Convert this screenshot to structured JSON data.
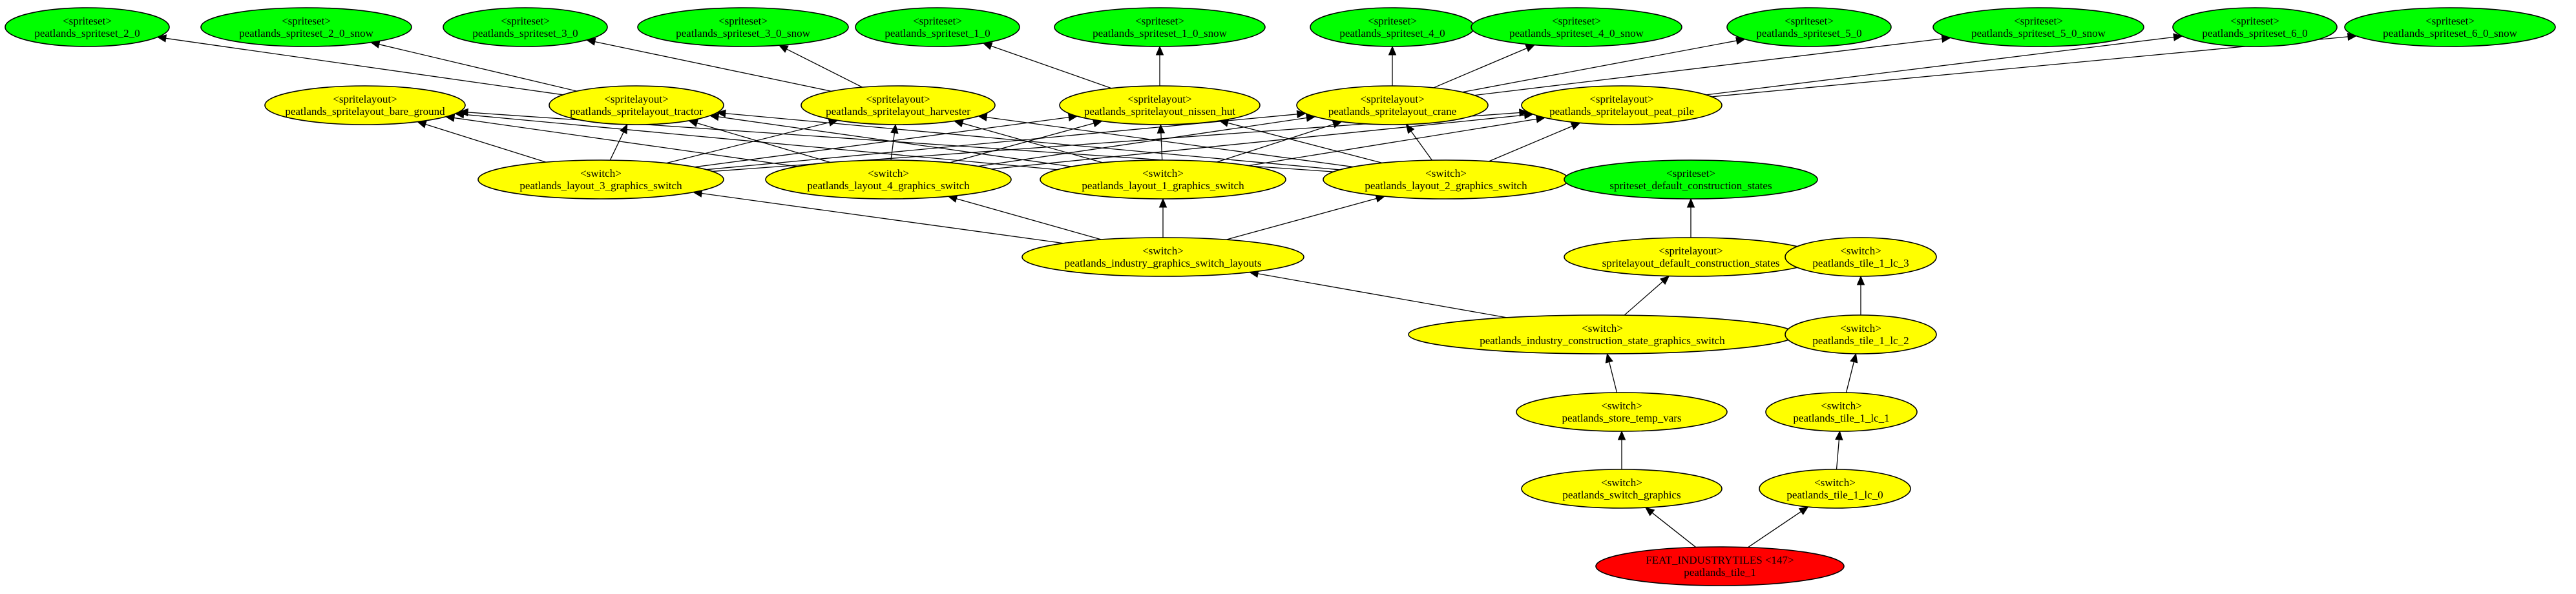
{
  "colors": {
    "spriteset": "#00ff00",
    "spritelayout": "#ffff00",
    "switch": "#ffff00",
    "feat": "#ff0000"
  },
  "nodes": [
    {
      "id": "ss_2_0",
      "type": "spriteset",
      "line1": "<spriteset>",
      "line2": "peatlands_spriteset_2_0"
    },
    {
      "id": "ss_2_0_snow",
      "type": "spriteset",
      "line1": "<spriteset>",
      "line2": "peatlands_spriteset_2_0_snow"
    },
    {
      "id": "ss_3_0",
      "type": "spriteset",
      "line1": "<spriteset>",
      "line2": "peatlands_spriteset_3_0"
    },
    {
      "id": "ss_3_0_snow",
      "type": "spriteset",
      "line1": "<spriteset>",
      "line2": "peatlands_spriteset_3_0_snow"
    },
    {
      "id": "ss_1_0",
      "type": "spriteset",
      "line1": "<spriteset>",
      "line2": "peatlands_spriteset_1_0"
    },
    {
      "id": "ss_1_0_snow",
      "type": "spriteset",
      "line1": "<spriteset>",
      "line2": "peatlands_spriteset_1_0_snow"
    },
    {
      "id": "ss_4_0",
      "type": "spriteset",
      "line1": "<spriteset>",
      "line2": "peatlands_spriteset_4_0"
    },
    {
      "id": "ss_4_0_snow",
      "type": "spriteset",
      "line1": "<spriteset>",
      "line2": "peatlands_spriteset_4_0_snow"
    },
    {
      "id": "ss_5_0",
      "type": "spriteset",
      "line1": "<spriteset>",
      "line2": "peatlands_spriteset_5_0"
    },
    {
      "id": "ss_5_0_snow",
      "type": "spriteset",
      "line1": "<spriteset>",
      "line2": "peatlands_spriteset_5_0_snow"
    },
    {
      "id": "ss_6_0",
      "type": "spriteset",
      "line1": "<spriteset>",
      "line2": "peatlands_spriteset_6_0"
    },
    {
      "id": "ss_6_0_snow",
      "type": "spriteset",
      "line1": "<spriteset>",
      "line2": "peatlands_spriteset_6_0_snow"
    },
    {
      "id": "sl_bare",
      "type": "spritelayout",
      "line1": "<spritelayout>",
      "line2": "peatlands_spritelayout_bare_ground"
    },
    {
      "id": "sl_tractor",
      "type": "spritelayout",
      "line1": "<spritelayout>",
      "line2": "peatlands_spritelayout_tractor"
    },
    {
      "id": "sl_harvester",
      "type": "spritelayout",
      "line1": "<spritelayout>",
      "line2": "peatlands_spritelayout_harvester"
    },
    {
      "id": "sl_nissen",
      "type": "spritelayout",
      "line1": "<spritelayout>",
      "line2": "peatlands_spritelayout_nissen_hut"
    },
    {
      "id": "sl_crane",
      "type": "spritelayout",
      "line1": "<spritelayout>",
      "line2": "peatlands_spritelayout_crane"
    },
    {
      "id": "sl_peat",
      "type": "spritelayout",
      "line1": "<spritelayout>",
      "line2": "peatlands_spritelayout_peat_pile"
    },
    {
      "id": "sw_l3",
      "type": "switch",
      "line1": "<switch>",
      "line2": "peatlands_layout_3_graphics_switch"
    },
    {
      "id": "sw_l4",
      "type": "switch",
      "line1": "<switch>",
      "line2": "peatlands_layout_4_graphics_switch"
    },
    {
      "id": "sw_l1",
      "type": "switch",
      "line1": "<switch>",
      "line2": "peatlands_layout_1_graphics_switch"
    },
    {
      "id": "sw_l2",
      "type": "switch",
      "line1": "<switch>",
      "line2": "peatlands_layout_2_graphics_switch"
    },
    {
      "id": "ss_dcs",
      "type": "spriteset",
      "line1": "<spriteset>",
      "line2": "spriteset_default_construction_states"
    },
    {
      "id": "sw_layouts",
      "type": "switch",
      "line1": "<switch>",
      "line2": "peatlands_industry_graphics_switch_layouts"
    },
    {
      "id": "sl_dcs",
      "type": "spritelayout",
      "line1": "<spritelayout>",
      "line2": "spritelayout_default_construction_states"
    },
    {
      "id": "sw_lc3",
      "type": "switch",
      "line1": "<switch>",
      "line2": "peatlands_tile_1_lc_3"
    },
    {
      "id": "sw_ics",
      "type": "switch",
      "line1": "<switch>",
      "line2": "peatlands_industry_construction_state_graphics_switch"
    },
    {
      "id": "sw_lc2",
      "type": "switch",
      "line1": "<switch>",
      "line2": "peatlands_tile_1_lc_2"
    },
    {
      "id": "sw_temp",
      "type": "switch",
      "line1": "<switch>",
      "line2": "peatlands_store_temp_vars"
    },
    {
      "id": "sw_lc1",
      "type": "switch",
      "line1": "<switch>",
      "line2": "peatlands_tile_1_lc_1"
    },
    {
      "id": "sw_graphics",
      "type": "switch",
      "line1": "<switch>",
      "line2": "peatlands_switch_graphics"
    },
    {
      "id": "sw_lc0",
      "type": "switch",
      "line1": "<switch>",
      "line2": "peatlands_tile_1_lc_0"
    },
    {
      "id": "feat",
      "type": "feat",
      "line1": "FEAT_INDUSTRYTILES <147>",
      "line2": "peatlands_tile_1"
    }
  ],
  "edges": [
    {
      "from": "sl_tractor",
      "to": "ss_2_0"
    },
    {
      "from": "sl_tractor",
      "to": "ss_2_0_snow"
    },
    {
      "from": "sl_harvester",
      "to": "ss_3_0"
    },
    {
      "from": "sl_harvester",
      "to": "ss_3_0_snow"
    },
    {
      "from": "sl_nissen",
      "to": "ss_1_0"
    },
    {
      "from": "sl_nissen",
      "to": "ss_1_0_snow"
    },
    {
      "from": "sl_crane",
      "to": "ss_4_0"
    },
    {
      "from": "sl_crane",
      "to": "ss_4_0_snow"
    },
    {
      "from": "sl_crane",
      "to": "ss_5_0"
    },
    {
      "from": "sl_crane",
      "to": "ss_5_0_snow"
    },
    {
      "from": "sl_peat",
      "to": "ss_6_0"
    },
    {
      "from": "sl_peat",
      "to": "ss_6_0_snow"
    },
    {
      "from": "sw_l3",
      "to": "sl_bare"
    },
    {
      "from": "sw_l3",
      "to": "sl_tractor"
    },
    {
      "from": "sw_l3",
      "to": "sl_harvester"
    },
    {
      "from": "sw_l3",
      "to": "sl_nissen"
    },
    {
      "from": "sw_l3",
      "to": "sl_crane"
    },
    {
      "from": "sw_l3",
      "to": "sl_peat"
    },
    {
      "from": "sw_l4",
      "to": "sl_bare"
    },
    {
      "from": "sw_l4",
      "to": "sl_tractor"
    },
    {
      "from": "sw_l4",
      "to": "sl_harvester"
    },
    {
      "from": "sw_l4",
      "to": "sl_nissen"
    },
    {
      "from": "sw_l4",
      "to": "sl_crane"
    },
    {
      "from": "sw_l4",
      "to": "sl_peat"
    },
    {
      "from": "sw_l1",
      "to": "sl_bare"
    },
    {
      "from": "sw_l1",
      "to": "sl_tractor"
    },
    {
      "from": "sw_l1",
      "to": "sl_harvester"
    },
    {
      "from": "sw_l1",
      "to": "sl_nissen"
    },
    {
      "from": "sw_l1",
      "to": "sl_crane"
    },
    {
      "from": "sw_l1",
      "to": "sl_peat"
    },
    {
      "from": "sw_l2",
      "to": "sl_bare"
    },
    {
      "from": "sw_l2",
      "to": "sl_tractor"
    },
    {
      "from": "sw_l2",
      "to": "sl_harvester"
    },
    {
      "from": "sw_l2",
      "to": "sl_nissen"
    },
    {
      "from": "sw_l2",
      "to": "sl_crane"
    },
    {
      "from": "sw_l2",
      "to": "sl_peat"
    },
    {
      "from": "sw_layouts",
      "to": "sw_l3"
    },
    {
      "from": "sw_layouts",
      "to": "sw_l4"
    },
    {
      "from": "sw_layouts",
      "to": "sw_l1"
    },
    {
      "from": "sw_layouts",
      "to": "sw_l2"
    },
    {
      "from": "sl_dcs",
      "to": "ss_dcs"
    },
    {
      "from": "sw_ics",
      "to": "sw_layouts"
    },
    {
      "from": "sw_ics",
      "to": "sl_dcs"
    },
    {
      "from": "sw_temp",
      "to": "sw_ics"
    },
    {
      "from": "sw_graphics",
      "to": "sw_temp"
    },
    {
      "from": "feat",
      "to": "sw_graphics"
    },
    {
      "from": "feat",
      "to": "sw_lc0"
    },
    {
      "from": "sw_lc0",
      "to": "sw_lc1"
    },
    {
      "from": "sw_lc1",
      "to": "sw_lc2"
    },
    {
      "from": "sw_lc2",
      "to": "sw_lc3"
    }
  ]
}
